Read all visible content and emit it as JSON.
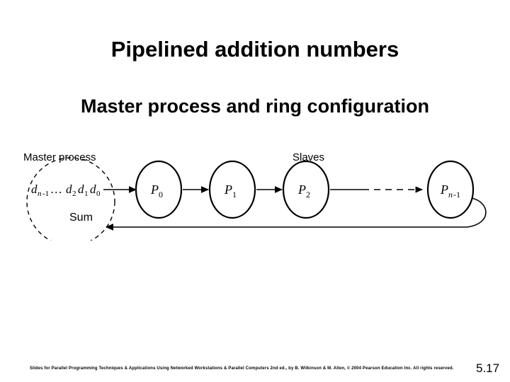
{
  "slide": {
    "title": "Pipelined addition numbers",
    "subtitle": "Master process and ring configuration"
  },
  "diagram": {
    "master_label": "Master process",
    "slaves_label": "Slaves",
    "sum_label": "Sum",
    "data_expr": {
      "d": "d",
      "sub_n1": "n-1",
      "ellipsis": "…",
      "d2": "d",
      "sub_2": "2",
      "d1": "d",
      "sub_1": "1",
      "d0": "d",
      "sub_0": "0"
    },
    "nodes": [
      {
        "name": "P",
        "sub": "0",
        "sub_italic": false
      },
      {
        "name": "P",
        "sub": "1",
        "sub_italic": false
      },
      {
        "name": "P",
        "sub": "2",
        "sub_italic": false
      },
      {
        "name": "P",
        "sub": "n-1",
        "sub_italic": true
      }
    ],
    "stroke_color": "#000000",
    "background_color": "#ffffff"
  },
  "footer": {
    "credit": "Slides for Parallel Programming Techniques & Applications Using Networked Workstations & Parallel Computers 2nd ed., by B. Wilkinson & M. Allen, © 2004 Pearson Education Inc. All rights reserved.",
    "page_number": "5.17"
  }
}
